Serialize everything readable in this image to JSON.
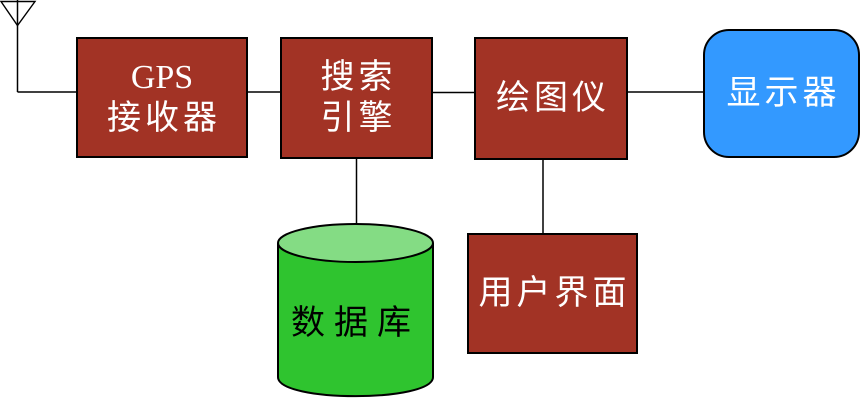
{
  "diagram": {
    "description_type": "block-diagram",
    "nodes": {
      "gps_receiver": {
        "shape": "rectangle",
        "line1": "GPS",
        "line2": "接收器",
        "fill": "#A23325",
        "text_color": "#FFFFFF"
      },
      "search_engine": {
        "shape": "rectangle",
        "line1": "搜索",
        "line2": "引擎",
        "fill": "#A23325",
        "text_color": "#FFFFFF"
      },
      "plotter": {
        "shape": "rectangle",
        "label": "绘图仪",
        "fill": "#A23325",
        "text_color": "#FFFFFF"
      },
      "display": {
        "shape": "rounded-rectangle",
        "label": "显示器",
        "fill": "#3399FF",
        "text_color": "#FFFFFF"
      },
      "database": {
        "shape": "cylinder",
        "label": "数据库",
        "fill_body": "#2FC42F",
        "fill_top": "#84DC84",
        "text_color": "#000000"
      },
      "user_interface": {
        "shape": "rectangle",
        "label": "用户界面",
        "fill": "#A23325",
        "text_color": "#FFFFFF"
      }
    },
    "icons": {
      "antenna": "antenna-icon"
    },
    "connections": [
      {
        "from": "antenna",
        "to": "gps_receiver"
      },
      {
        "from": "gps_receiver",
        "to": "search_engine"
      },
      {
        "from": "search_engine",
        "to": "plotter"
      },
      {
        "from": "plotter",
        "to": "display"
      },
      {
        "from": "search_engine",
        "to": "database"
      },
      {
        "from": "plotter",
        "to": "user_interface"
      }
    ],
    "colors": {
      "background": "#FFFFFF",
      "node_red": "#A23325",
      "node_blue": "#3399FF",
      "cylinder_body": "#2FC42F",
      "cylinder_top": "#84DC84",
      "connector": "#000000",
      "border": "#000000"
    }
  }
}
